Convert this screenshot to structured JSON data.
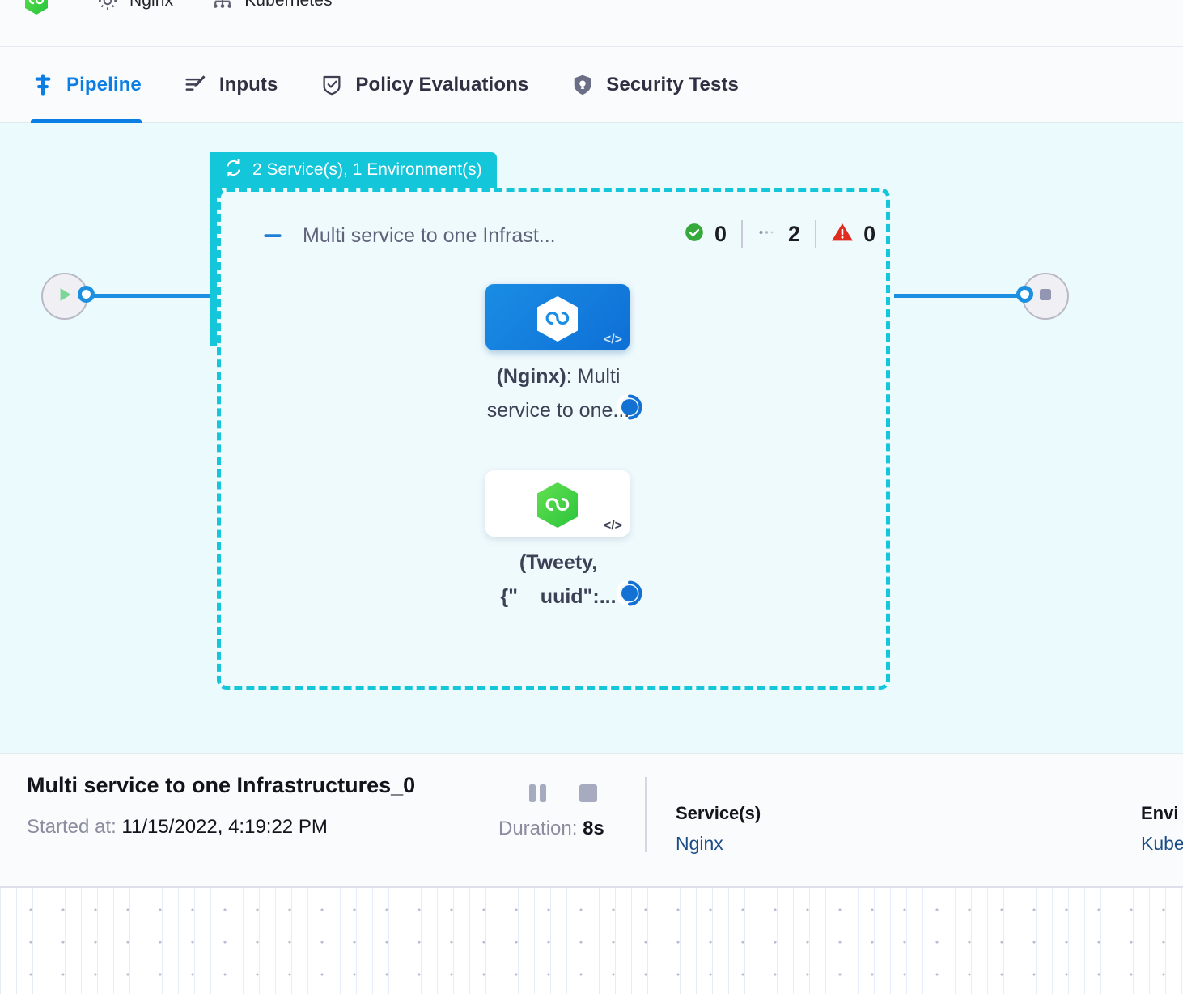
{
  "breadcrumb": {
    "items": [
      {
        "icon": "hexagon-green-icon",
        "label": ""
      },
      {
        "icon": "gear-icon",
        "label": "Nginx"
      },
      {
        "icon": "kubernetes-icon",
        "label": "Kubernetes"
      }
    ]
  },
  "tabs": [
    {
      "label": "Pipeline",
      "icon": "pipeline-icon",
      "active": true
    },
    {
      "label": "Inputs",
      "icon": "inputs-icon",
      "active": false
    },
    {
      "label": "Policy Evaluations",
      "icon": "policy-shield-check-icon",
      "active": false
    },
    {
      "label": "Security Tests",
      "icon": "security-shield-icon",
      "active": false
    }
  ],
  "canvas": {
    "group": {
      "tag_label": "2 Service(s), 1 Environment(s)",
      "tag_icon": "loop-repeat-icon",
      "title": "Multi service to one Infrast...",
      "collapse_icon": "minus-collapse-icon",
      "counts": {
        "success_icon": "check-circle-icon",
        "success": "0",
        "pending_icon": "dots-pending-icon",
        "pending": "2",
        "error_icon": "warning-triangle-icon",
        "error": "0"
      },
      "nodes": [
        {
          "label_bold": "(Nginx)",
          "label_rest": ": Multi",
          "label_line2": "service to one...",
          "icon": "hexagon-infinity-icon",
          "status_icon": "running-spinner-icon",
          "code_glyph": "</>",
          "selected": true
        },
        {
          "label_bold": "(Tweety,",
          "label_rest": "",
          "label_line2": "{\"__uuid\":...",
          "icon": "hexagon-infinity-icon",
          "status_icon": "running-spinner-icon",
          "code_glyph": "</>",
          "selected": false
        }
      ]
    },
    "start_node": {
      "icon": "play-icon"
    },
    "end_node": {
      "icon": "stop-square-icon"
    }
  },
  "detail": {
    "title": "Multi service to one Infrastructures_0",
    "started_label": "Started at:",
    "started_value": "11/15/2022, 4:19:22 PM",
    "pause_icon": "pause-icon",
    "stop_icon": "stop-icon",
    "duration_label": "Duration:",
    "duration_value": "8s",
    "services_header": "Service(s)",
    "services_value": "Nginx",
    "environments_header": "Envi",
    "environments_value": "Kube"
  },
  "colors": {
    "accent_blue": "#0b7ee4",
    "group_teal": "#14c6da",
    "canvas_bg": "#eafafd",
    "success_green": "#35a93b",
    "error_red": "#e02b20",
    "link_navy": "#1b4c86"
  }
}
